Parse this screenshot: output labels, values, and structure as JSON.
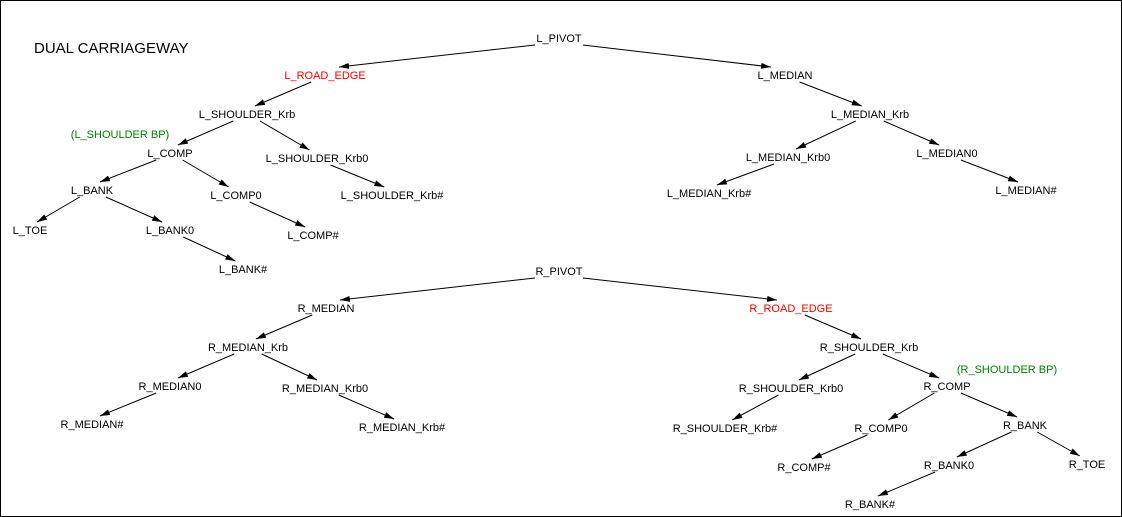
{
  "title": "DUAL CARRIAGEWAY",
  "colors": {
    "default": "#000000",
    "road_edge": "#ff0000",
    "annotation": "#008000"
  },
  "annotations": [
    {
      "id": "l_bp",
      "text": "(L_SHOULDER BP)"
    },
    {
      "id": "r_bp",
      "text": "(R_SHOULDER BP)"
    }
  ],
  "nodes": [
    {
      "id": "L_PIVOT",
      "label": "L_PIVOT"
    },
    {
      "id": "L_ROAD_EDGE",
      "label": "L_ROAD_EDGE",
      "highlight": true,
      "parent": "L_PIVOT"
    },
    {
      "id": "L_MEDIAN",
      "label": "L_MEDIAN",
      "parent": "L_PIVOT"
    },
    {
      "id": "L_SHOULDER_Krb",
      "label": "L_SHOULDER_Krb",
      "parent": "L_ROAD_EDGE"
    },
    {
      "id": "L_MEDIAN_Krb",
      "label": "L_MEDIAN_Krb",
      "parent": "L_MEDIAN"
    },
    {
      "id": "L_COMP",
      "label": "L_COMP",
      "parent": "L_SHOULDER_Krb"
    },
    {
      "id": "L_SHOULDER_Krb0",
      "label": "L_SHOULDER_Krb0",
      "parent": "L_SHOULDER_Krb"
    },
    {
      "id": "L_MEDIAN_Krb0",
      "label": "L_MEDIAN_Krb0",
      "parent": "L_MEDIAN_Krb"
    },
    {
      "id": "L_MEDIAN0",
      "label": "L_MEDIAN0",
      "parent": "L_MEDIAN_Krb"
    },
    {
      "id": "L_BANK",
      "label": "L_BANK",
      "parent": "L_COMP"
    },
    {
      "id": "L_COMP0",
      "label": "L_COMP0",
      "parent": "L_COMP"
    },
    {
      "id": "L_SHOULDER_Krb#",
      "label": "L_SHOULDER_Krb#",
      "parent": "L_SHOULDER_Krb0"
    },
    {
      "id": "L_MEDIAN_Krb#",
      "label": "L_MEDIAN_Krb#",
      "parent": "L_MEDIAN_Krb0"
    },
    {
      "id": "L_MEDIAN#",
      "label": "L_MEDIAN#",
      "parent": "L_MEDIAN0"
    },
    {
      "id": "L_TOE",
      "label": "L_TOE",
      "parent": "L_BANK"
    },
    {
      "id": "L_BANK0",
      "label": "L_BANK0",
      "parent": "L_BANK"
    },
    {
      "id": "L_COMP#",
      "label": "L_COMP#",
      "parent": "L_COMP0"
    },
    {
      "id": "L_BANK#",
      "label": "L_BANK#",
      "parent": "L_BANK0"
    },
    {
      "id": "R_PIVOT",
      "label": "R_PIVOT"
    },
    {
      "id": "R_MEDIAN",
      "label": "R_MEDIAN",
      "parent": "R_PIVOT"
    },
    {
      "id": "R_ROAD_EDGE",
      "label": "R_ROAD_EDGE",
      "highlight": true,
      "parent": "R_PIVOT"
    },
    {
      "id": "R_MEDIAN_Krb",
      "label": "R_MEDIAN_Krb",
      "parent": "R_MEDIAN"
    },
    {
      "id": "R_SHOULDER_Krb",
      "label": "R_SHOULDER_Krb",
      "parent": "R_ROAD_EDGE"
    },
    {
      "id": "R_MEDIAN0",
      "label": "R_MEDIAN0",
      "parent": "R_MEDIAN_Krb"
    },
    {
      "id": "R_MEDIAN_Krb0",
      "label": "R_MEDIAN_Krb0",
      "parent": "R_MEDIAN_Krb"
    },
    {
      "id": "R_SHOULDER_Krb0",
      "label": "R_SHOULDER_Krb0",
      "parent": "R_SHOULDER_Krb"
    },
    {
      "id": "R_COMP",
      "label": "R_COMP",
      "parent": "R_SHOULDER_Krb"
    },
    {
      "id": "R_MEDIAN#",
      "label": "R_MEDIAN#",
      "parent": "R_MEDIAN0"
    },
    {
      "id": "R_MEDIAN_Krb#",
      "label": "R_MEDIAN_Krb#",
      "parent": "R_MEDIAN_Krb0"
    },
    {
      "id": "R_SHOULDER_Krb#",
      "label": "R_SHOULDER_Krb#",
      "parent": "R_SHOULDER_Krb0"
    },
    {
      "id": "R_COMP0",
      "label": "R_COMP0",
      "parent": "R_COMP"
    },
    {
      "id": "R_BANK",
      "label": "R_BANK",
      "parent": "R_COMP"
    },
    {
      "id": "R_COMP#",
      "label": "R_COMP#",
      "parent": "R_COMP0"
    },
    {
      "id": "R_BANK0",
      "label": "R_BANK0",
      "parent": "R_BANK"
    },
    {
      "id": "R_TOE",
      "label": "R_TOE",
      "parent": "R_BANK"
    },
    {
      "id": "R_BANK#",
      "label": "R_BANK#",
      "parent": "R_BANK0"
    }
  ]
}
